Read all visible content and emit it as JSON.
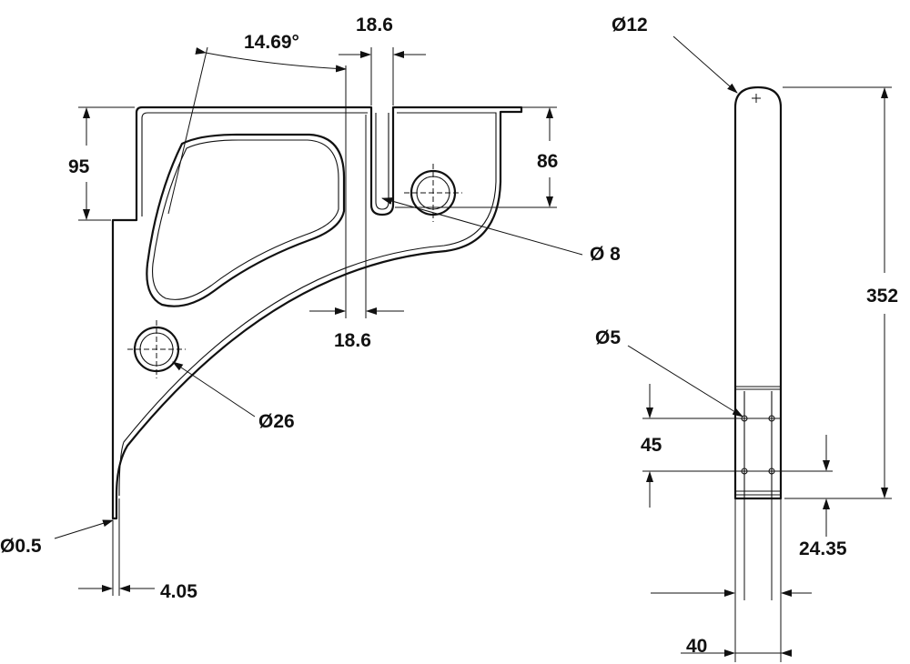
{
  "dimensions": {
    "angle": "14.69°",
    "slot_top": "18.6",
    "slot_bottom": "18.6",
    "height_95": "95",
    "height_86": "86",
    "hole_d8": "Ø 8",
    "hole_d26": "Ø26",
    "radius_d05": "Ø0.5",
    "thickness": "4.05",
    "top_d12": "Ø12",
    "length": "352",
    "hole_d5": "Ø5",
    "spacing_45": "45",
    "offset": "24.35",
    "width": "40"
  }
}
